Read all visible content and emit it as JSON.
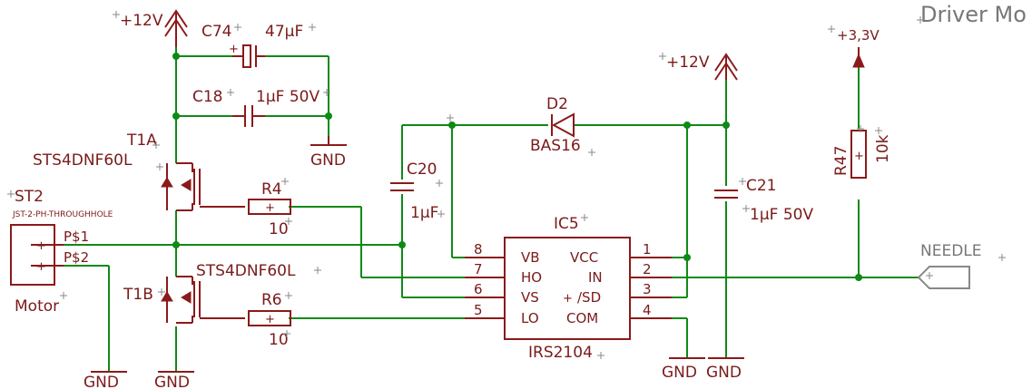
{
  "title": "Driver Mo",
  "power": {
    "p12_left": "+12V",
    "p12_right": "+12V",
    "p33": "+3,3V",
    "gnd": "GND"
  },
  "components": {
    "c74": {
      "ref": "C74",
      "value": "47µF"
    },
    "c18": {
      "ref": "C18",
      "value": "1µF 50V"
    },
    "c20": {
      "ref": "C20",
      "value": "1µF"
    },
    "c21": {
      "ref": "C21",
      "value": "1µF 50V"
    },
    "d2": {
      "ref": "D2",
      "value": "BAS16"
    },
    "t1a": {
      "ref": "T1A",
      "value": "STS4DNF60L"
    },
    "t1b": {
      "ref": "T1B",
      "value": "STS4DNF60L"
    },
    "r4": {
      "ref": "R4",
      "value": "10"
    },
    "r6": {
      "ref": "R6",
      "value": "10"
    },
    "r47": {
      "ref": "R47",
      "value": "10k"
    },
    "st2": {
      "ref": "ST2",
      "package": "JST-2-PH-THROUGHHOLE",
      "name": "Motor",
      "pin1": "P$1",
      "pin2": "P$2"
    },
    "ic5": {
      "ref": "IC5",
      "value": "IRS2104",
      "left_pins": [
        {
          "num": "8",
          "name": "VB"
        },
        {
          "num": "7",
          "name": "HO"
        },
        {
          "num": "6",
          "name": "VS"
        },
        {
          "num": "5",
          "name": "LO"
        }
      ],
      "right_pins": [
        {
          "num": "1",
          "name": "VCC"
        },
        {
          "num": "2",
          "name": "IN"
        },
        {
          "num": "3",
          "name": "/SD"
        },
        {
          "num": "4",
          "name": "COM"
        }
      ]
    }
  },
  "nets": {
    "needle": "NEEDLE"
  },
  "colors": {
    "wire": "#0e8a16",
    "part": "#8b1a1a",
    "label_gray": "#777777"
  }
}
